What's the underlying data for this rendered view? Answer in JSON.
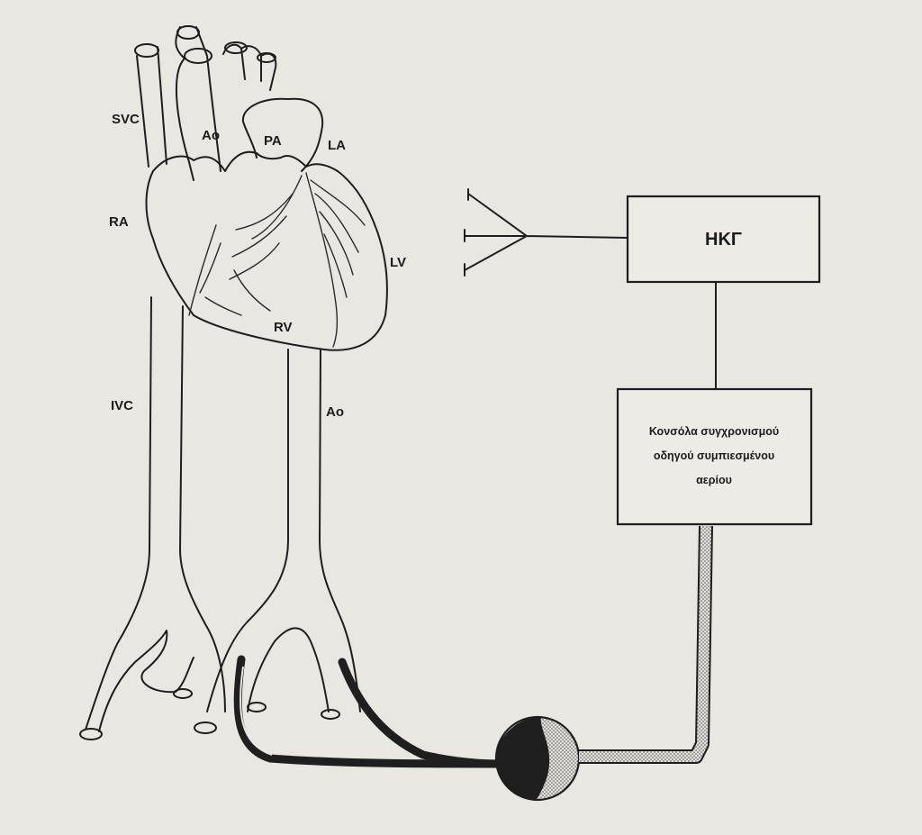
{
  "anatomy_labels": {
    "svc": "SVC",
    "ra": "RA",
    "ao_top": "Ao",
    "pa": "PA",
    "la": "LA",
    "lv": "LV",
    "rv": "RV",
    "ivc": "IVC",
    "ao_bottom": "Ao"
  },
  "devices": {
    "ecg_box": "ΗΚΓ",
    "console_box": "Κονσόλα συγχρονισμού\nοδηγού συμπιεσμένου\nαερίου"
  },
  "colors": {
    "ink": "#1e1e1e",
    "paper": "#e9e7e2",
    "balloon_dark": "#1f1f1f",
    "balloon_light": "#d6d4cf"
  }
}
